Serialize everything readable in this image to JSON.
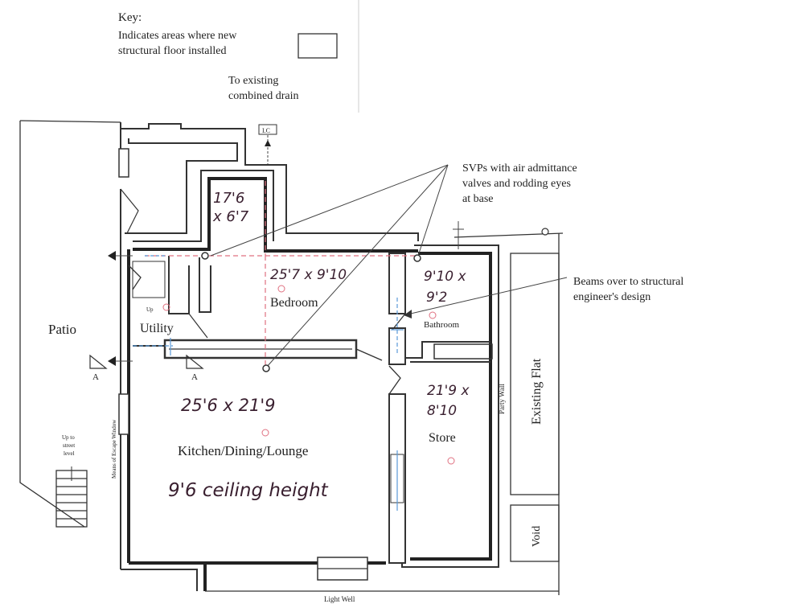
{
  "key": {
    "title": "Key:",
    "line1": "Indicates areas where new",
    "line2": "structural floor installed"
  },
  "annotations": {
    "drain_line1": "To existing",
    "drain_line2": "combined drain",
    "drain_marker": "I.C",
    "svp_line1": "SVPs with air admittance",
    "svp_line2": "valves and rodding eyes",
    "svp_line3": "at base",
    "beams_line1": "Beams over to structural",
    "beams_line2": "engineer's design",
    "ceiling": "9'6 ceiling height",
    "section_a": "A"
  },
  "rooms": {
    "patio": "Patio",
    "utility": "Utility",
    "bedroom": "Bedroom",
    "bathroom": "Bathroom",
    "kitchen": "Kitchen/Dining/Lounge",
    "store": "Store",
    "existing_flat": "Existing Flat",
    "void": "Void",
    "party_wall": "Party Wall",
    "light_well": "Light Well",
    "escape_window": "Means of Escape Window",
    "up_label": "Up",
    "street_line1": "Up to",
    "street_line2": "street",
    "street_line3": "level"
  },
  "dimensions": {
    "small_room_w": "17'6",
    "small_room_h": "x 6'7",
    "bedroom": "25'7 x 9'10",
    "bathroom_w": "9'10 x",
    "bathroom_h": "9'2",
    "kitchen": "25'6 x 21'9",
    "store_w": "21'9 x",
    "store_h": "8'10"
  },
  "colors": {
    "walls": "#333333",
    "handwriting": "#3a2030",
    "dashed_markup": "#e07080",
    "pipe_markup": "#5a9ad8"
  }
}
